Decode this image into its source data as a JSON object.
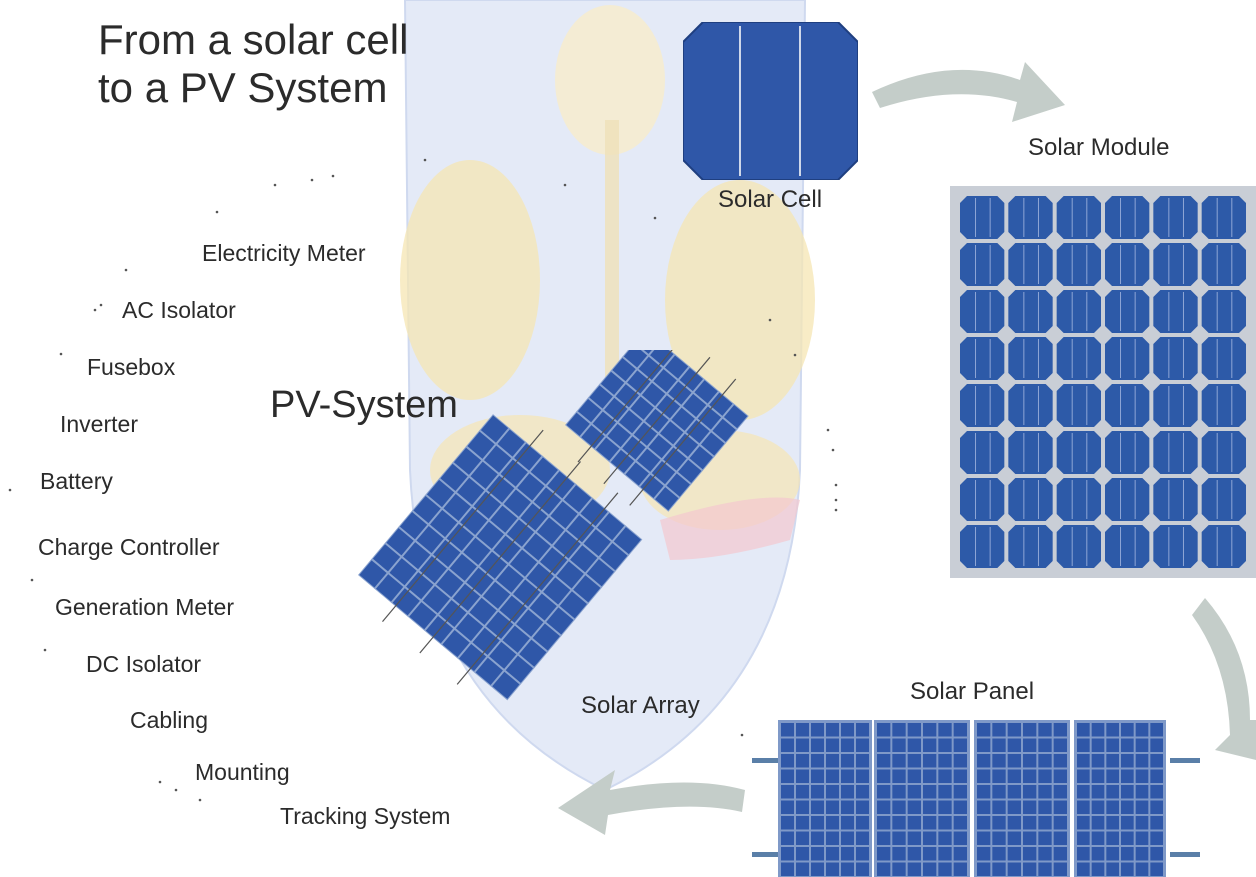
{
  "title": {
    "line1": "From a solar cell",
    "line2": "to a PV System"
  },
  "labels": {
    "solar_cell": "Solar Cell",
    "solar_module": "Solar Module",
    "solar_panel": "Solar Panel",
    "solar_array": "Solar Array",
    "pv_system": "PV-System"
  },
  "components": [
    "Electricity Meter",
    "AC Isolator",
    "Fusebox",
    "Inverter",
    "Battery",
    "Charge Controller",
    "Generation Meter",
    "DC Isolator",
    "Cabling",
    "Mounting",
    "Tracking System"
  ],
  "colors": {
    "cell_blue": "#2f57a8",
    "module_blue": "#2d5aa8",
    "frame": "#c9ced6",
    "arrow": "#c4cdc9",
    "watermark_blue": "#dbe3f5",
    "watermark_gold": "#f7e6b4"
  }
}
